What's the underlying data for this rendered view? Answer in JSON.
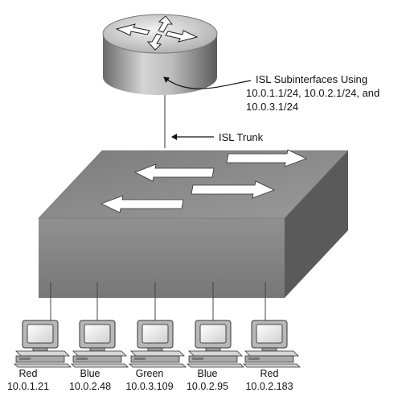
{
  "router": {
    "icon": "router-icon",
    "annotation_lines": [
      "ISL Subinterfaces Using",
      "10.0.1.1/24, 10.0.2.1/24, and",
      "10.0.3.1/24"
    ]
  },
  "trunk": {
    "label": "ISL Trunk"
  },
  "switch": {
    "icon": "switch-icon"
  },
  "hosts": [
    {
      "name": "Red",
      "ip": "10.0.1.21"
    },
    {
      "name": "Blue",
      "ip": "10.0.2.48"
    },
    {
      "name": "Green",
      "ip": "10.0.3.109"
    },
    {
      "name": "Blue",
      "ip": "10.0.2.95"
    },
    {
      "name": "Red",
      "ip": "10.0.2.183"
    }
  ]
}
